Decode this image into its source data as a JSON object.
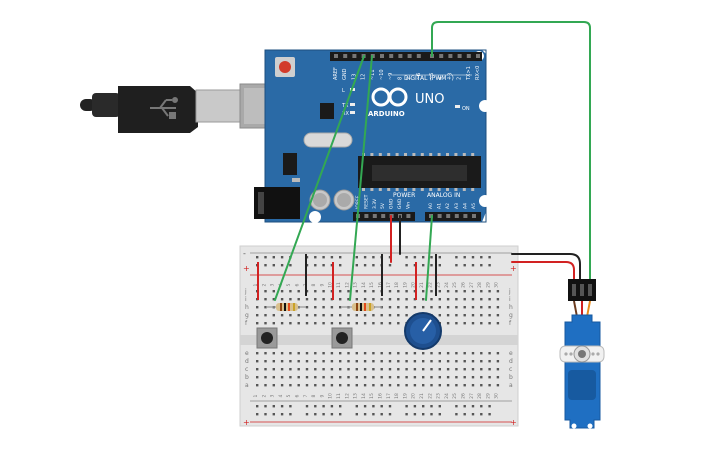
{
  "board": {
    "brand": "ARDUINO",
    "model": "UNO",
    "digital_label": "DIGITAL (PWM~)",
    "power_label": "POWER",
    "analog_label": "ANALOG IN",
    "on_label": "ON",
    "tx_label": "TX",
    "rx_label": "RX",
    "l_label": "L",
    "top_pins": [
      "AREF",
      "GND",
      "13",
      "12",
      "~11",
      "~10",
      "~9",
      "8",
      "7",
      "~6",
      "~5",
      "4",
      "~3",
      "2",
      "TX>1",
      "RX<0"
    ],
    "power_pins": [
      "IOREF",
      "RESET",
      "3.3V",
      "5V",
      "GND",
      "GND",
      "Vin"
    ],
    "analog_pins": [
      "A0",
      "A1",
      "A2",
      "A3",
      "A4",
      "A5"
    ]
  },
  "breadboard": {
    "row_letters_top": [
      "j",
      "i",
      "h",
      "g",
      "f"
    ],
    "row_letters_bottom": [
      "e",
      "d",
      "c",
      "b",
      "a"
    ],
    "column_numbers": [
      "1",
      "2",
      "3",
      "4",
      "5",
      "6",
      "7",
      "8",
      "9",
      "10",
      "11",
      "12",
      "13",
      "14",
      "15",
      "16",
      "17",
      "18",
      "19",
      "20",
      "21",
      "22",
      "23",
      "24",
      "25",
      "26",
      "27",
      "28",
      "29",
      "30"
    ],
    "rail_plus": "+",
    "rail_minus": "-"
  },
  "colors": {
    "board": "#2a6aa6",
    "board_dark": "#1d4f7f",
    "wire_green": "#33a853",
    "wire_red": "#d22222",
    "wire_black": "#222222",
    "servo": "#1f6fc2",
    "pot": "#1e4f8f",
    "breadboard": "#e6e6e6",
    "resistor": "#d9c08c"
  },
  "icons": [
    "usb-plug-icon",
    "infinity-logo-icon"
  ]
}
